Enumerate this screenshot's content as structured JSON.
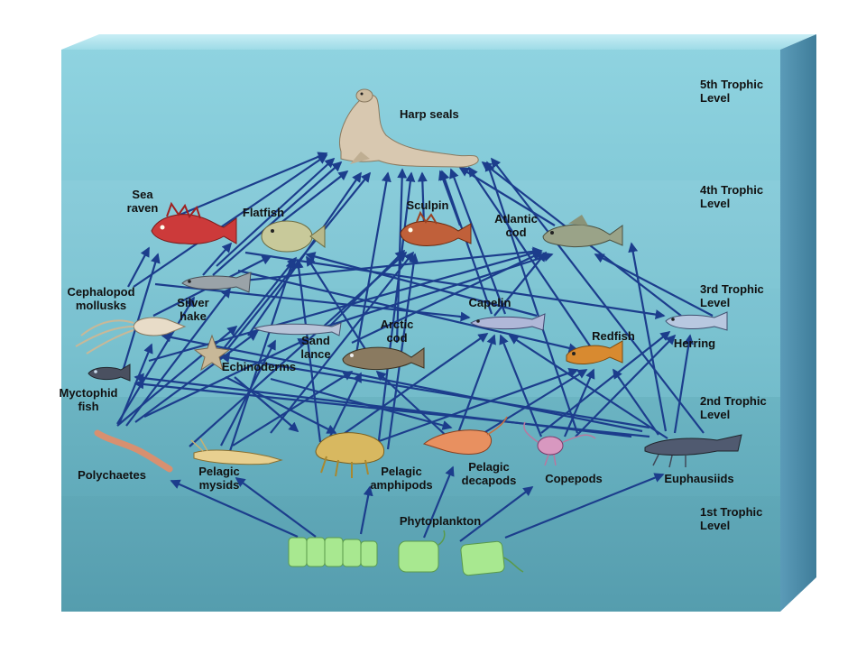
{
  "trophic_levels": [
    {
      "lines": [
        "5th Trophic",
        "Level"
      ]
    },
    {
      "lines": [
        "4th Trophic",
        "Level"
      ]
    },
    {
      "lines": [
        "3rd Trophic",
        "Level"
      ]
    },
    {
      "lines": [
        "2nd Trophic",
        "Level"
      ]
    },
    {
      "lines": [
        "1st Trophic",
        "Level"
      ]
    }
  ],
  "organisms": {
    "harp_seals": {
      "lines": [
        "Harp seals"
      ],
      "icon": "seal-icon",
      "color": "#d8c8b0"
    },
    "sea_raven": {
      "lines": [
        "Sea",
        "raven"
      ],
      "icon": "sea-raven-fish-icon",
      "color": "#cc3a3a"
    },
    "flatfish": {
      "lines": [
        "Flatfish"
      ],
      "icon": "flatfish-icon",
      "color": "#c8c99a"
    },
    "sculpin": {
      "lines": [
        "Sculpin"
      ],
      "icon": "sculpin-fish-icon",
      "color": "#c0603a"
    },
    "atlantic_cod": {
      "lines": [
        "Atlantic",
        "cod"
      ],
      "icon": "cod-fish-icon",
      "color": "#9aa388"
    },
    "cephalopod_mollusks": {
      "lines": [
        "Cephalopod",
        "mollusks"
      ],
      "icon": "squid-icon",
      "color": "#e8dcc8"
    },
    "silver_hake": {
      "lines": [
        "Silver",
        "hake"
      ],
      "icon": "hake-fish-icon",
      "color": "#9aa3a8"
    },
    "sand_lance": {
      "lines": [
        "Sand",
        "lance"
      ],
      "icon": "sand-lance-fish-icon",
      "color": "#b8c4d8"
    },
    "arctic_cod": {
      "lines": [
        "Arctic",
        "cod"
      ],
      "icon": "arctic-cod-fish-icon",
      "color": "#8a7a60"
    },
    "capelin": {
      "lines": [
        "Capelin"
      ],
      "icon": "capelin-fish-icon",
      "color": "#b0b8d8"
    },
    "redfish": {
      "lines": [
        "Redfish"
      ],
      "icon": "redfish-icon",
      "color": "#d88a30"
    },
    "herring": {
      "lines": [
        "Herring"
      ],
      "icon": "herring-fish-icon",
      "color": "#b8c8e0"
    },
    "echinoderms": {
      "lines": [
        "Echinoderms"
      ],
      "icon": "starfish-icon",
      "color": "#c8b898"
    },
    "myctophid_fish": {
      "lines": [
        "Myctophid",
        "fish"
      ],
      "icon": "myctophid-fish-icon",
      "color": "#4a5060"
    },
    "polychaetes": {
      "lines": [
        "Polychaetes"
      ],
      "icon": "worm-icon",
      "color": "#d89070"
    },
    "pelagic_mysids": {
      "lines": [
        "Pelagic",
        "mysids"
      ],
      "icon": "mysid-shrimp-icon",
      "color": "#e8d090"
    },
    "pelagic_amphipods": {
      "lines": [
        "Pelagic",
        "amphipods"
      ],
      "icon": "amphipod-icon",
      "color": "#d8b860"
    },
    "pelagic_decapods": {
      "lines": [
        "Pelagic",
        "decapods"
      ],
      "icon": "decapod-shrimp-icon",
      "color": "#e89060"
    },
    "copepods": {
      "lines": [
        "Copepods"
      ],
      "icon": "copepod-icon",
      "color": "#d898c0"
    },
    "euphausiids": {
      "lines": [
        "Euphausiids"
      ],
      "icon": "krill-icon",
      "color": "#505a70"
    },
    "phytoplankton": {
      "lines": [
        "Phytoplankton"
      ],
      "icon": "phytoplankton-cells-icon",
      "color": "#a8e890"
    }
  },
  "colors": {
    "water_top": "#a8dde8",
    "water_bottom": "#6cb6c6",
    "water_side": "#4e8fa8",
    "arrow": "#1c3d8c"
  }
}
